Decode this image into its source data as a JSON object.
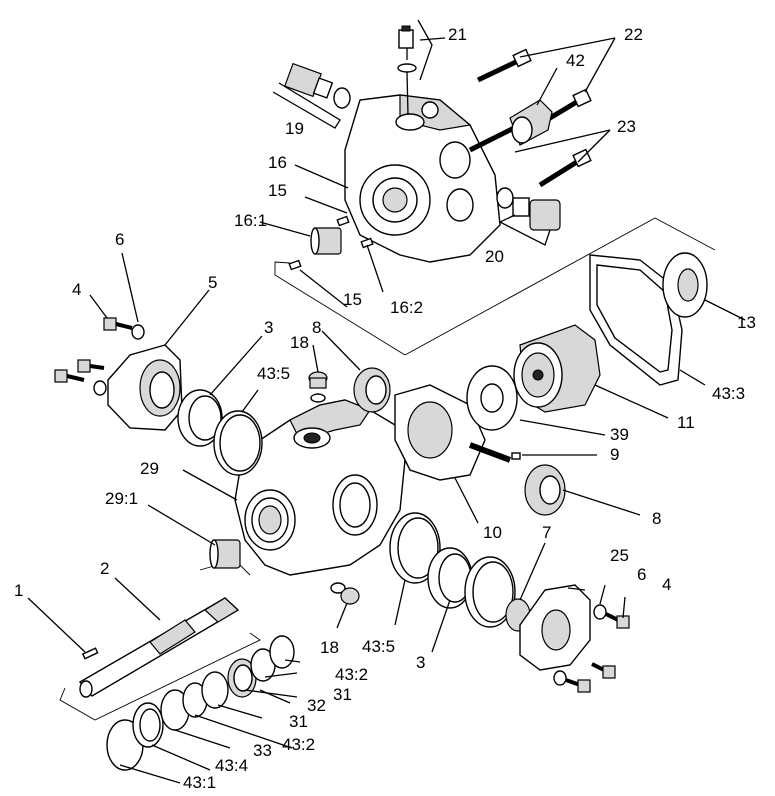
{
  "labels": {
    "l1": "1",
    "l2": "2",
    "l3a": "3",
    "l3b": "3",
    "l4a": "4",
    "l4b": "4",
    "l5": "5",
    "l6a": "6",
    "l6b": "6",
    "l7": "7",
    "l8a": "8",
    "l8b": "8",
    "l9": "9",
    "l10": "10",
    "l11": "11",
    "l13": "13",
    "l15a": "15",
    "l15b": "15",
    "l16": "16",
    "l16_1": "16:1",
    "l16_2": "16:2",
    "l18a": "18",
    "l18b": "18",
    "l19": "19",
    "l20": "20",
    "l21": "21",
    "l22": "22",
    "l23": "23",
    "l25": "25",
    "l29": "29",
    "l29_1": "29:1",
    "l31a": "31",
    "l31b": "31",
    "l32": "32",
    "l33": "33",
    "l39": "39",
    "l42": "42",
    "l43_1": "43:1",
    "l43_2a": "43:2",
    "l43_2b": "43:2",
    "l43_3": "43:3",
    "l43_4": "43:4",
    "l43_5a": "43:5",
    "l43_5b": "43:5"
  }
}
